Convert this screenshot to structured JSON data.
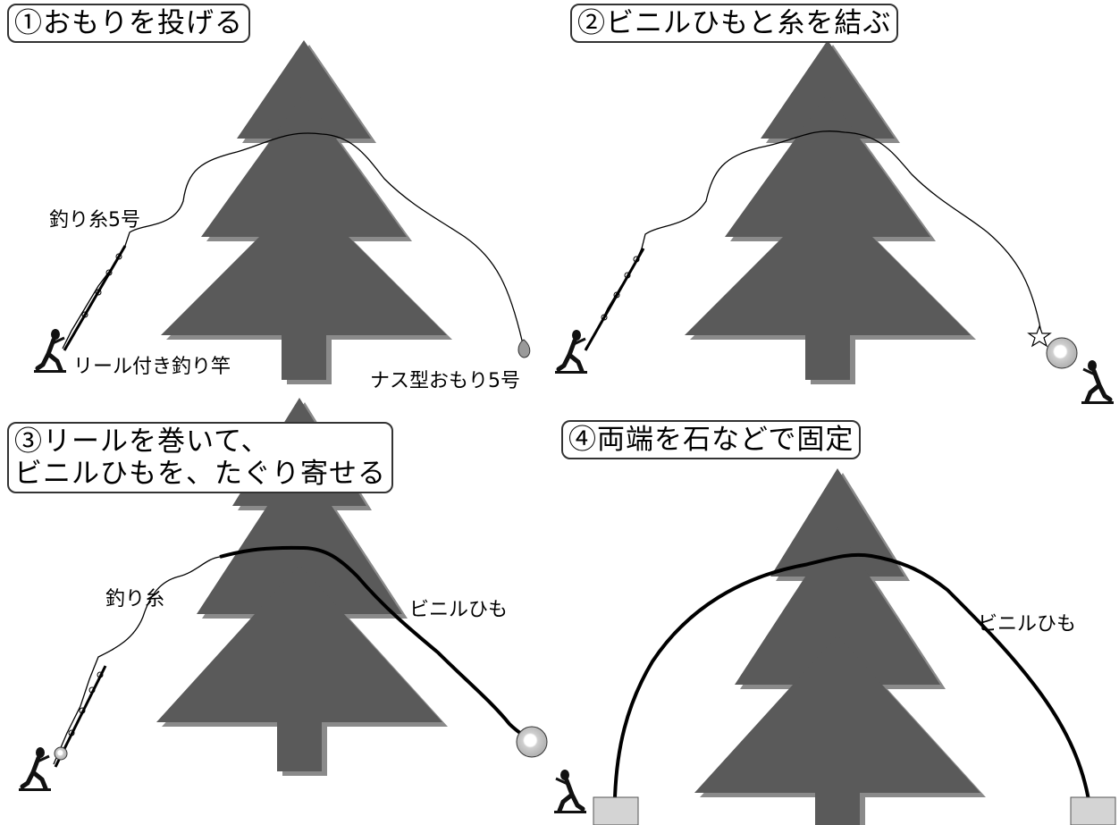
{
  "steps": [
    {
      "title": "①おもりを投げる"
    },
    {
      "title": "②ビニルひもと糸を結ぶ"
    },
    {
      "title_line1": "③リールを巻いて、",
      "title_line2": "ビニルひもを、たぐり寄せる"
    },
    {
      "title": "④両端を石などで固定"
    }
  ],
  "labels": {
    "fishing_line_5": "釣り糸5号",
    "reel_rod": "リール付き釣り竿",
    "sinker": "ナス型おもり5号",
    "fishing_line": "釣り糸",
    "vinyl_string_3": "ビニルひも",
    "vinyl_string_4": "ビニルひも"
  },
  "colors": {
    "tree": "#5a5a5a",
    "tree_shadow": "#8a8a8a",
    "stone": "#d4d4d4",
    "ball": "#c8c8c8",
    "line": "#000000"
  }
}
